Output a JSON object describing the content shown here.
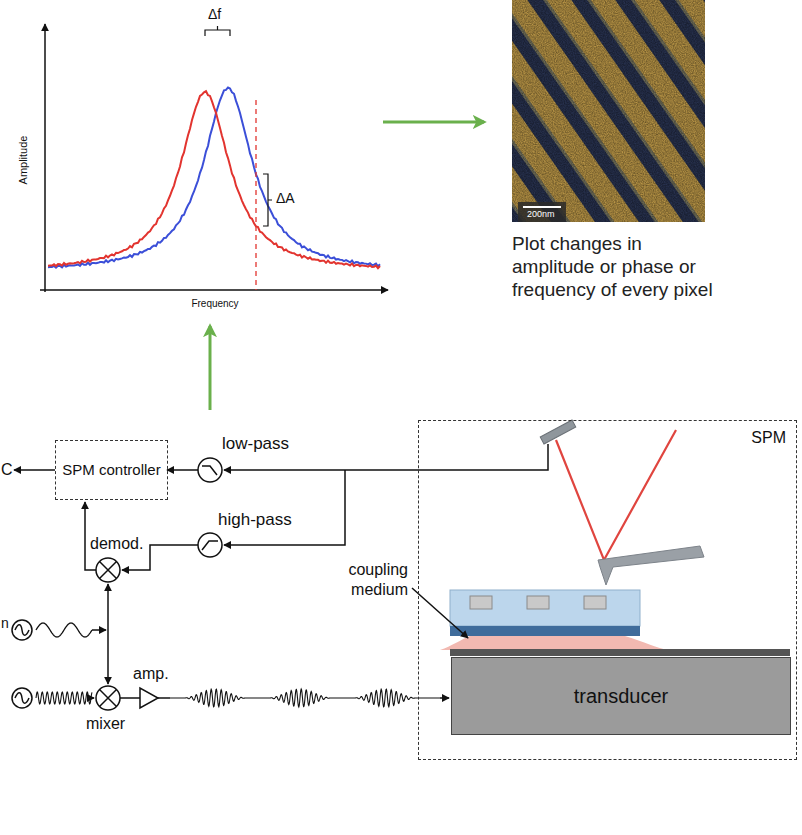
{
  "diagram": {
    "nodes": [
      {
        "text": [
          "SPM controller"
        ]
      },
      {
        "text": [
          "SPM"
        ]
      },
      {
        "text": [
          "transducer"
        ],
        "in": 1
      }
    ],
    "labels": [
      "Δf",
      "ΔA",
      "Amplitude",
      "Frequency",
      "200nm",
      "Plot changes in amplitude or phase or frequency of every pixel",
      "C",
      "low-pass",
      "high-pass",
      "demod.",
      "n",
      "amp.",
      "mixer",
      "coupling medium"
    ]
  }
}
